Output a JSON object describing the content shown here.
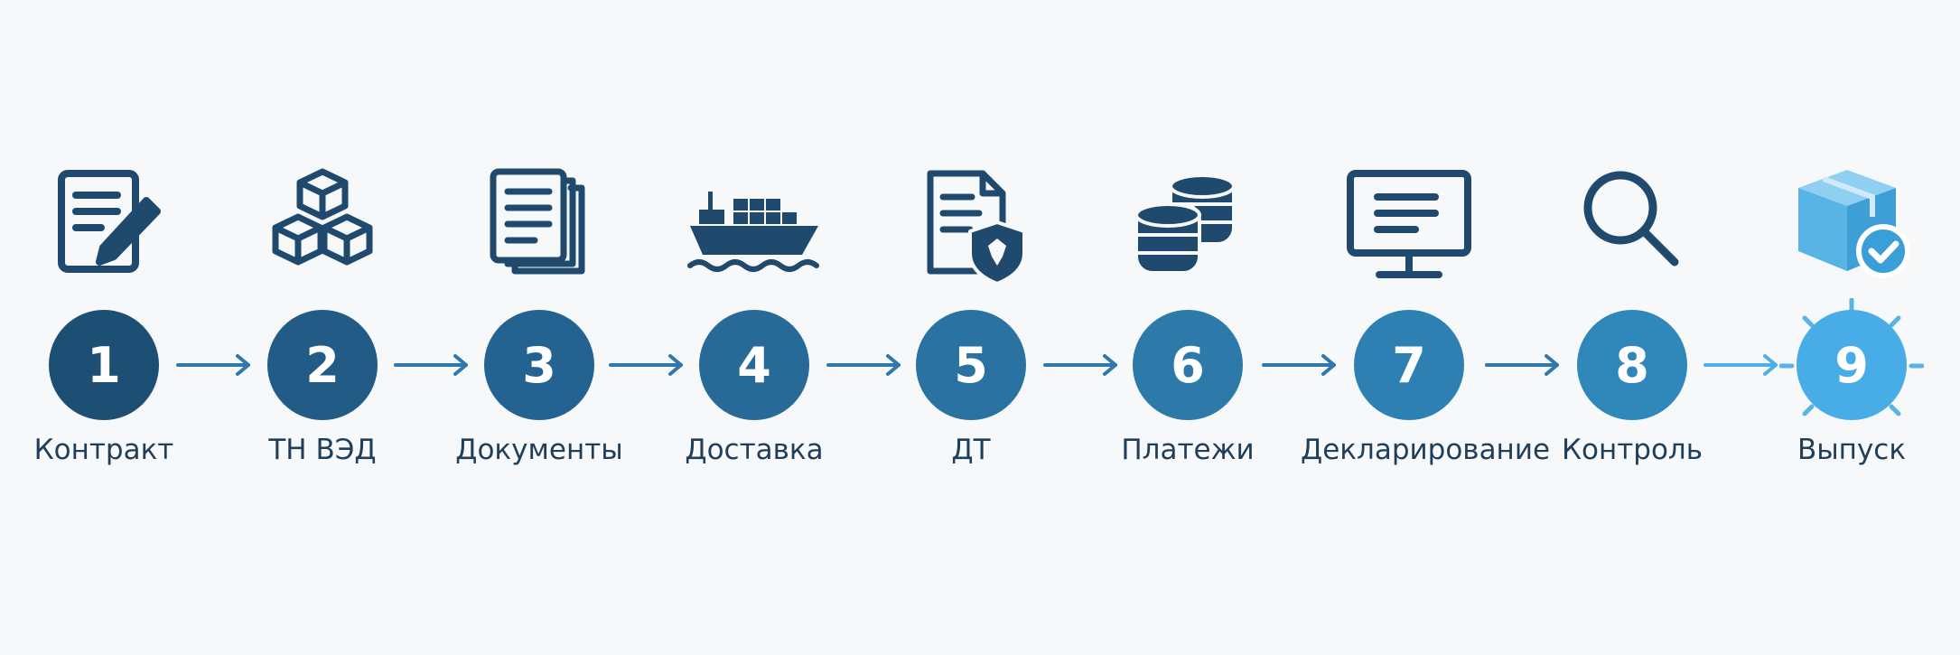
{
  "steps": [
    {
      "number": "1",
      "label": "Контракт",
      "icon": "contract-pen-icon",
      "color": "#1d4f75"
    },
    {
      "number": "2",
      "label": "ТН ВЭД",
      "icon": "cubes-icon",
      "color": "#225b86"
    },
    {
      "number": "3",
      "label": "Документы",
      "icon": "documents-icon",
      "color": "#246391"
    },
    {
      "number": "4",
      "label": "Доставка",
      "icon": "cargo-ship-icon",
      "color": "#276a98"
    },
    {
      "number": "5",
      "label": "ДТ",
      "icon": "declaration-emblem-icon",
      "color": "#2a72a2"
    },
    {
      "number": "6",
      "label": "Платежи",
      "icon": "coins-icon",
      "color": "#2c79aa"
    },
    {
      "number": "7",
      "label": "Декларирование",
      "icon": "monitor-icon",
      "color": "#2e80b3"
    },
    {
      "number": "8",
      "label": "Контроль",
      "icon": "magnifier-icon",
      "color": "#2f87ba"
    },
    {
      "number": "9",
      "label": "Выпуск",
      "icon": "package-check-icon",
      "color": "#48ade6"
    }
  ],
  "colors": {
    "icon_dark": "#1f4a6e",
    "icon_light": "#58b4e4",
    "arrow": "#2f78ad",
    "arrow_last": "#4fb0e8",
    "label": "#1f3e5a"
  }
}
